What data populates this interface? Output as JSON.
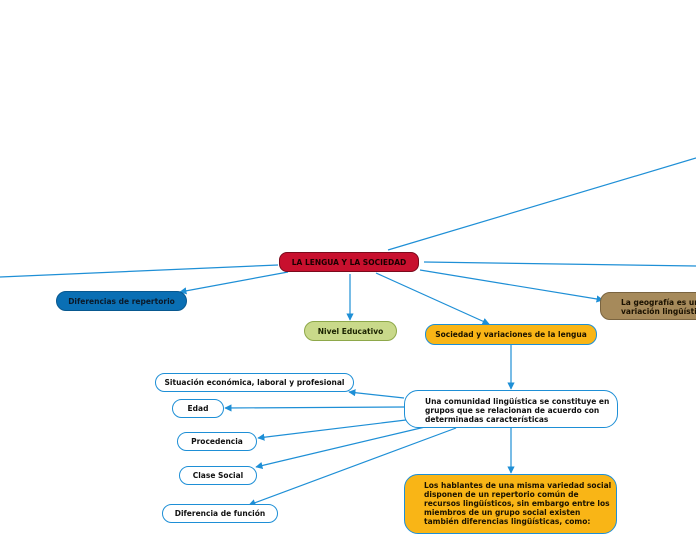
{
  "map": {
    "root": "LA LENGUA Y LA SOCIEDAD",
    "nodes": {
      "diferencias_repertorio": "Diferencias de repertorio",
      "nivel_educativo": "Nivel Educativo",
      "sociedad_variaciones": "Sociedad y variaciones de la lengua",
      "geografia_line1": "La geografía es una",
      "geografia_line2": "variación lingüística",
      "comunidad_line1": "Una comunidad lingüística se constituye en",
      "comunidad_line2": "grupos que se relacionan de acuerdo con",
      "comunidad_line3": "determinadas características",
      "situacion": "Situación económica, laboral y profesional",
      "edad": "Edad",
      "procedencia": "Procedencia",
      "clase_social": "Clase Social",
      "diferencia_funcion": "Diferencia de función",
      "hablantes_line1": "Los hablantes de una misma variedad social",
      "hablantes_line2": "disponen de un repertorio común de",
      "hablantes_line3": "recursos lingüísticos, sin embargo entre los",
      "hablantes_line4": "miembros de un grupo social existen",
      "hablantes_line5": "también diferencias lingüísticas, como:"
    },
    "colors": {
      "connector": "#1e8fd6",
      "root": "#c8102e",
      "blue": "#0a6fb4",
      "olive": "#c9d98a",
      "amber": "#f9b516",
      "tan": "#a68a5b"
    }
  }
}
